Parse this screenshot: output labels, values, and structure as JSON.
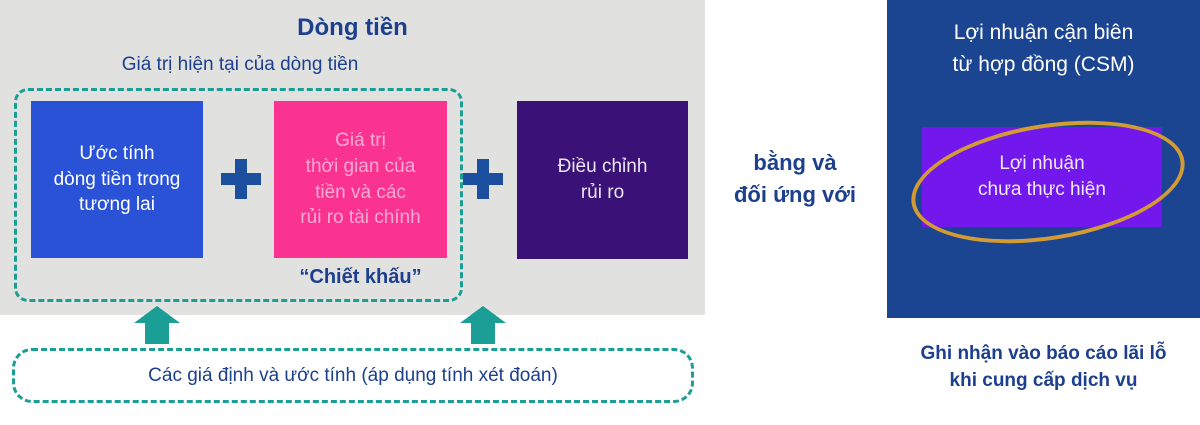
{
  "colors": {
    "gray_panel": "#e1e1e0",
    "blue_panel": "#1b4591",
    "navy_text": "#1c3f8e",
    "teal_accent": "#1a9e96",
    "box_blue": "#2a52d6",
    "box_pink": "#fb3390",
    "box_pink_text": "#f9aad6",
    "box_deep_purple": "#3a1277",
    "box_violet": "#7318ec",
    "plus_navy": "#1d4f9f",
    "ellipse_gold": "#d49a33"
  },
  "cashflow_panel": {
    "title": "Dòng tiền",
    "subtitle": "Giá trị hiện tại của dòng tiền",
    "box_future_cashflow": "Ước tính\ndòng tiền trong\ntương lai",
    "box_time_value": "Giá trị\nthời gian của\ntiền và các\nrủi ro tài chính",
    "discount_label": "“Chiết khấu”",
    "box_risk_adjustment": "Điều chỉnh\nrủi ro",
    "assumptions_label": "Các giá định và ước tính (áp dụng tính xét đoán)"
  },
  "relation_label": "bằng và\nđối ứng với",
  "csm_panel": {
    "title": "Lợi nhuận cận biên\ntừ hợp đồng (CSM)",
    "box_unearned_profit": "Lợi nhuận\nchưa thực hiện",
    "recognition_note": "Ghi nhận vào báo cáo lãi lỗ\nkhi cung cấp dịch vụ"
  }
}
